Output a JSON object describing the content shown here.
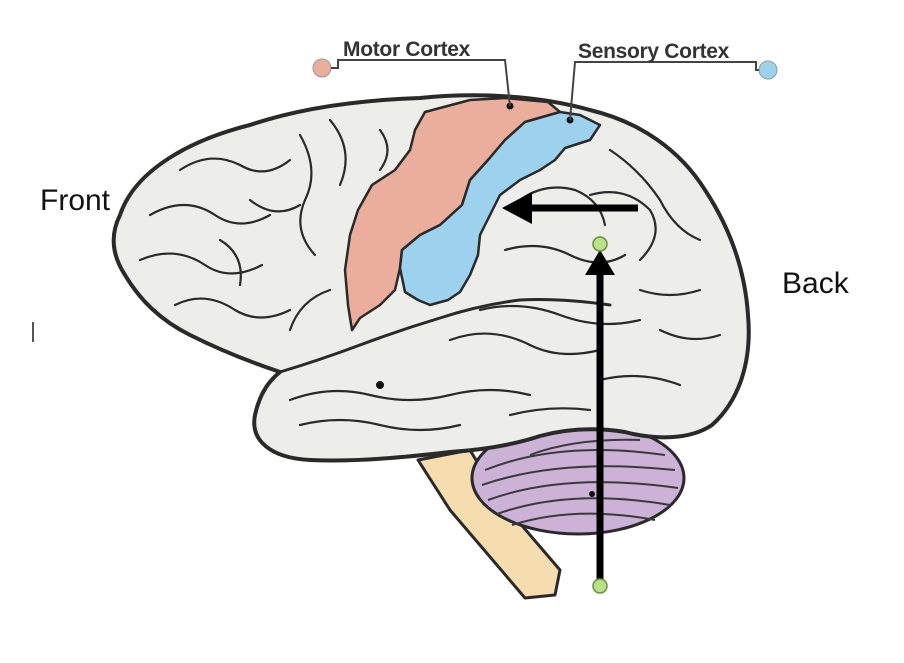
{
  "labels": {
    "front": "Front",
    "back": "Back",
    "motor_cortex": "Motor Cortex",
    "sensory_cortex": "Sensory Cortex"
  },
  "colors": {
    "motor_cortex": "#EBAE9C",
    "sensory_cortex": "#9DD2EE",
    "brain": "#EDEDE9",
    "cerebellum": "#CDB2D8",
    "brainstem": "#F5DDB0",
    "outline": "#2A2A2A",
    "arrow": "#000000",
    "arrow_endpoint": "#B9E08A",
    "motor_marker": "#EBAE9C",
    "sensory_marker": "#9DD2EE"
  },
  "icons": {
    "horizontal_arrow": "left-arrow",
    "vertical_arrow": "up-arrow"
  }
}
